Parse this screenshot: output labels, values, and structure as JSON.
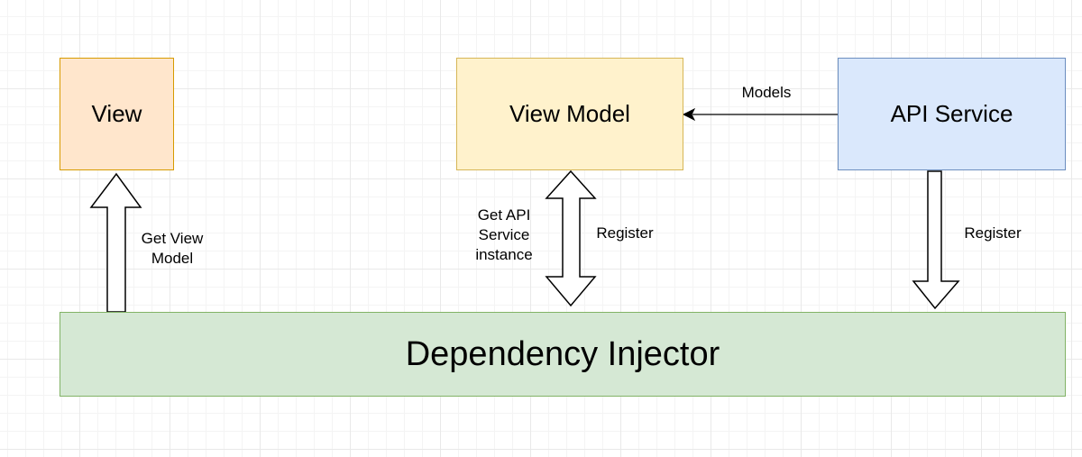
{
  "diagram": {
    "nodes": {
      "view": {
        "label": "View",
        "fill": "#ffe6cc",
        "stroke": "#d79b00"
      },
      "view_model": {
        "label": "View Model",
        "fill": "#fff2cc",
        "stroke": "#d6b656"
      },
      "api_service": {
        "label": "API Service",
        "fill": "#dae8fc",
        "stroke": "#6c8ebf"
      },
      "dependency_injector": {
        "label": "Dependency Injector",
        "fill": "#d5e8d4",
        "stroke": "#82b366"
      }
    },
    "edges": {
      "models": {
        "label": "Models"
      },
      "get_view_model": {
        "label": "Get View\nModel"
      },
      "get_api_service": {
        "label": "Get API\nService\ninstance"
      },
      "register_view_model": {
        "label": "Register"
      },
      "register_api_service": {
        "label": "Register"
      }
    }
  }
}
